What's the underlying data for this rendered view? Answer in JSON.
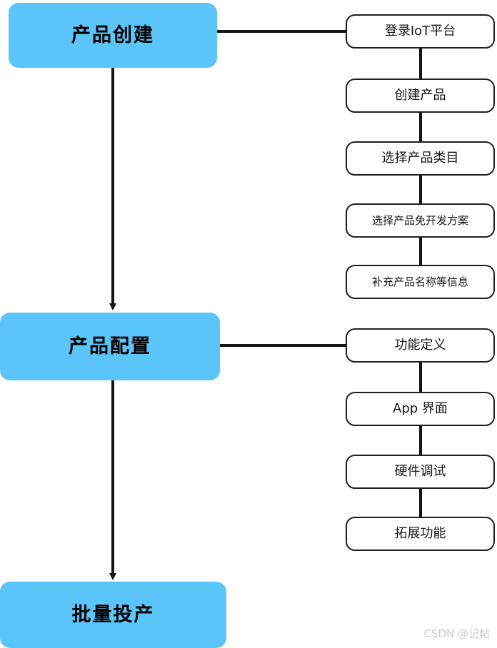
{
  "diagram": {
    "title": "IoT product development flow",
    "accent_color": "#5bc4f8",
    "line_color": "#141414",
    "stages": [
      {
        "id": "product-creation",
        "label": "产品创建"
      },
      {
        "id": "product-configuration",
        "label": "产品配置"
      },
      {
        "id": "mass-production",
        "label": "批量投产"
      }
    ],
    "creation_steps": [
      {
        "id": "login-iot-platform",
        "label": "登录IoT平台",
        "size": "md"
      },
      {
        "id": "create-product",
        "label": "创建产品",
        "size": "md"
      },
      {
        "id": "select-product-category",
        "label": "选择产品类目",
        "size": "md"
      },
      {
        "id": "select-no-code-solution",
        "label": "选择产品免开发方案",
        "size": "sm"
      },
      {
        "id": "fill-product-name-info",
        "label": "补充产品名称等信息",
        "size": "sm"
      }
    ],
    "configuration_steps": [
      {
        "id": "function-definition",
        "label": "功能定义",
        "size": "md"
      },
      {
        "id": "app-interface",
        "label": "App 界面",
        "size": "md"
      },
      {
        "id": "hardware-debugging",
        "label": "硬件调试",
        "size": "md"
      },
      {
        "id": "extended-functions",
        "label": "拓展功能",
        "size": "md"
      }
    ],
    "watermark": "CSDN @记帖"
  }
}
